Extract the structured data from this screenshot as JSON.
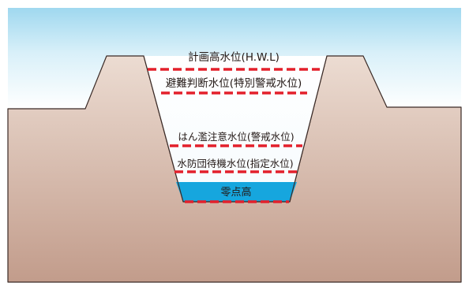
{
  "diagram": {
    "levels": [
      {
        "id": "hwl",
        "label": "計画高水位(H.W.L)"
      },
      {
        "id": "evacuation",
        "label": "避難判断水位(特別警戒水位)"
      },
      {
        "id": "flood-caution",
        "label": "はん濫注意水位(警戒水位)"
      },
      {
        "id": "standby",
        "label": "水防団待機水位(指定水位)"
      },
      {
        "id": "zero",
        "label": "零点高"
      }
    ],
    "colors": {
      "sky_top": "#a9dcf0",
      "sky_bottom": "#ffffff",
      "ground_top": "#e8d7cc",
      "ground_bottom": "#c49e8e",
      "water": "#16a6de",
      "level_line": "#e3202b",
      "label_text": "#231815",
      "outline": "#3a2a26"
    }
  }
}
